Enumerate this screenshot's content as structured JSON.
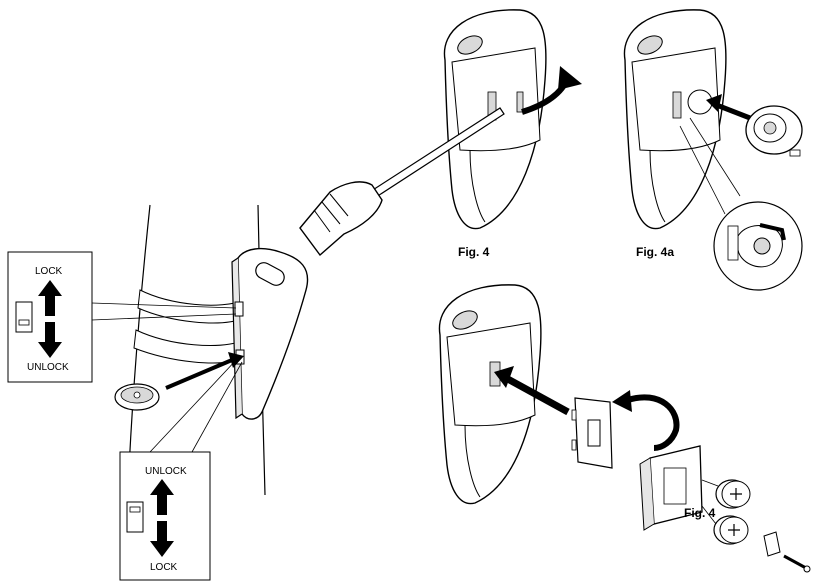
{
  "callout_top": {
    "label_up": "LOCK",
    "label_down": "UNLOCK"
  },
  "callout_bottom": {
    "label_up": "UNLOCK",
    "label_down": "LOCK"
  },
  "captions": {
    "fig4": "Fig. 4",
    "fig4a": "Fig. 4a",
    "fig4b": "Fig. 4"
  },
  "colors": {
    "ink": "#000000",
    "paper": "#ffffff",
    "shade": "#d9d9d9",
    "dark_shade": "#8c8c8c"
  }
}
